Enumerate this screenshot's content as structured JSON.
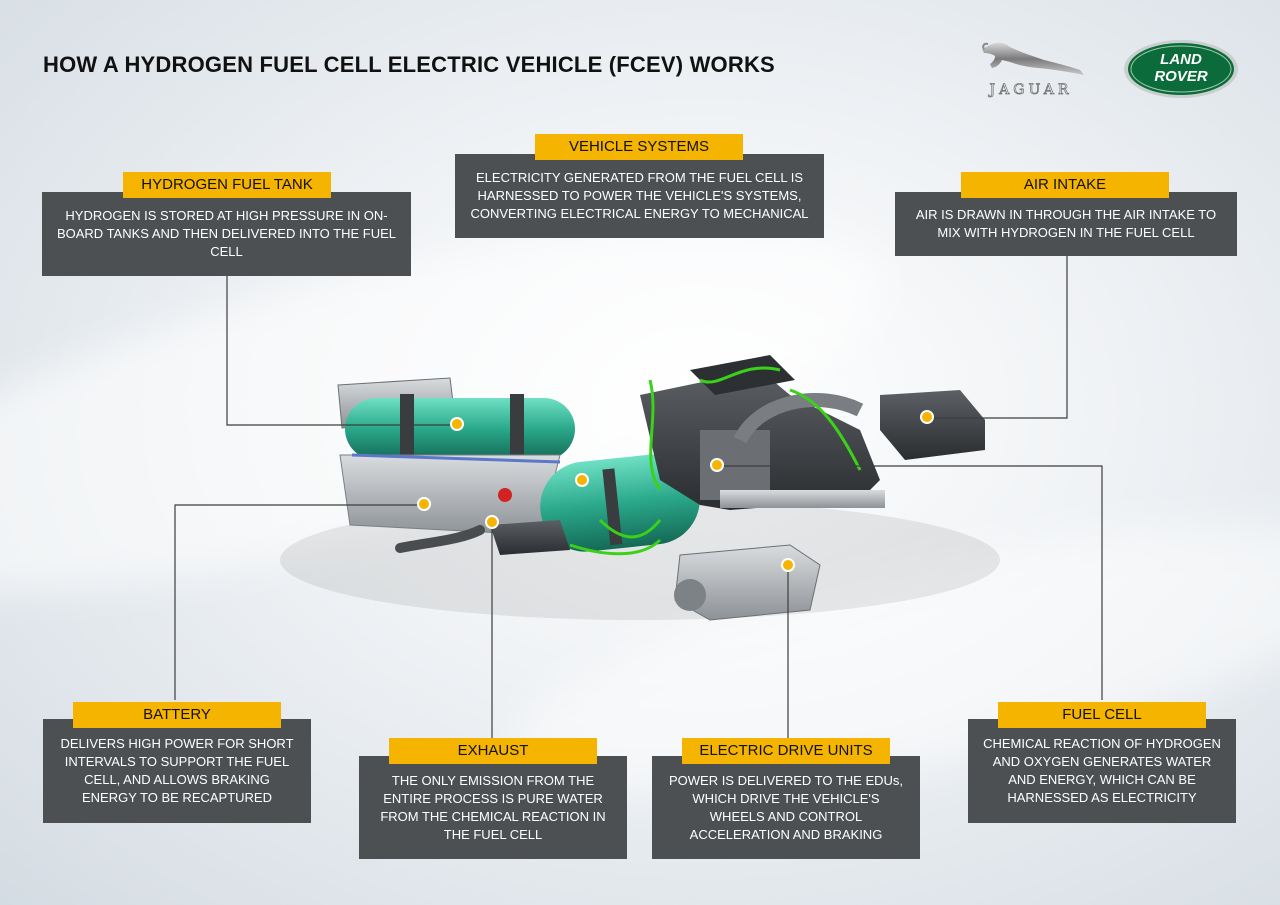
{
  "title": "HOW A HYDROGEN FUEL CELL ELECTRIC VEHICLE (FCEV) WORKS",
  "logos": {
    "jaguar": "JAGUAR",
    "land_rover_line1": "LAND",
    "land_rover_line2": "ROVER"
  },
  "callouts": {
    "hydrogen_fuel_tank": {
      "label": "HYDROGEN FUEL TANK",
      "text": "HYDROGEN IS STORED AT HIGH PRESSURE IN ON-BOARD TANKS AND THEN DELIVERED INTO THE FUEL CELL"
    },
    "vehicle_systems": {
      "label": "VEHICLE SYSTEMS",
      "text": "ELECTRICITY GENERATED FROM THE FUEL CELL IS HARNESSED TO POWER THE VEHICLE'S SYSTEMS, CONVERTING ELECTRICAL ENERGY TO MECHANICAL"
    },
    "air_intake": {
      "label": "AIR INTAKE",
      "text": "AIR IS DRAWN IN THROUGH THE AIR INTAKE TO MIX WITH HYDROGEN IN THE FUEL CELL"
    },
    "battery": {
      "label": "BATTERY",
      "text": "DELIVERS HIGH POWER FOR SHORT INTERVALS TO SUPPORT THE FUEL CELL, AND ALLOWS BRAKING ENERGY TO BE RECAPTURED"
    },
    "exhaust": {
      "label": "EXHAUST",
      "text": "THE ONLY EMISSION FROM THE ENTIRE PROCESS IS PURE WATER FROM THE CHEMICAL REACTION IN THE FUEL CELL"
    },
    "electric_drive_units": {
      "label": "ELECTRIC DRIVE UNITS",
      "text": "POWER IS DELIVERED TO THE EDUs, WHICH DRIVE THE VEHICLE'S WHEELS AND CONTROL ACCELERATION AND BRAKING"
    },
    "fuel_cell": {
      "label": "FUEL CELL",
      "text": "CHEMICAL REACTION OF HYDROGEN AND OXYGEN GENERATES WATER AND ENERGY, WHICH CAN BE HARNESSED AS ELECTRICITY"
    }
  },
  "colors": {
    "label_bg": "#f5b400",
    "box_bg": "#4d5052",
    "tank_green": "#2aa88a",
    "hose_green": "#3bd11a",
    "land_rover_green": "#0b6b3a"
  }
}
